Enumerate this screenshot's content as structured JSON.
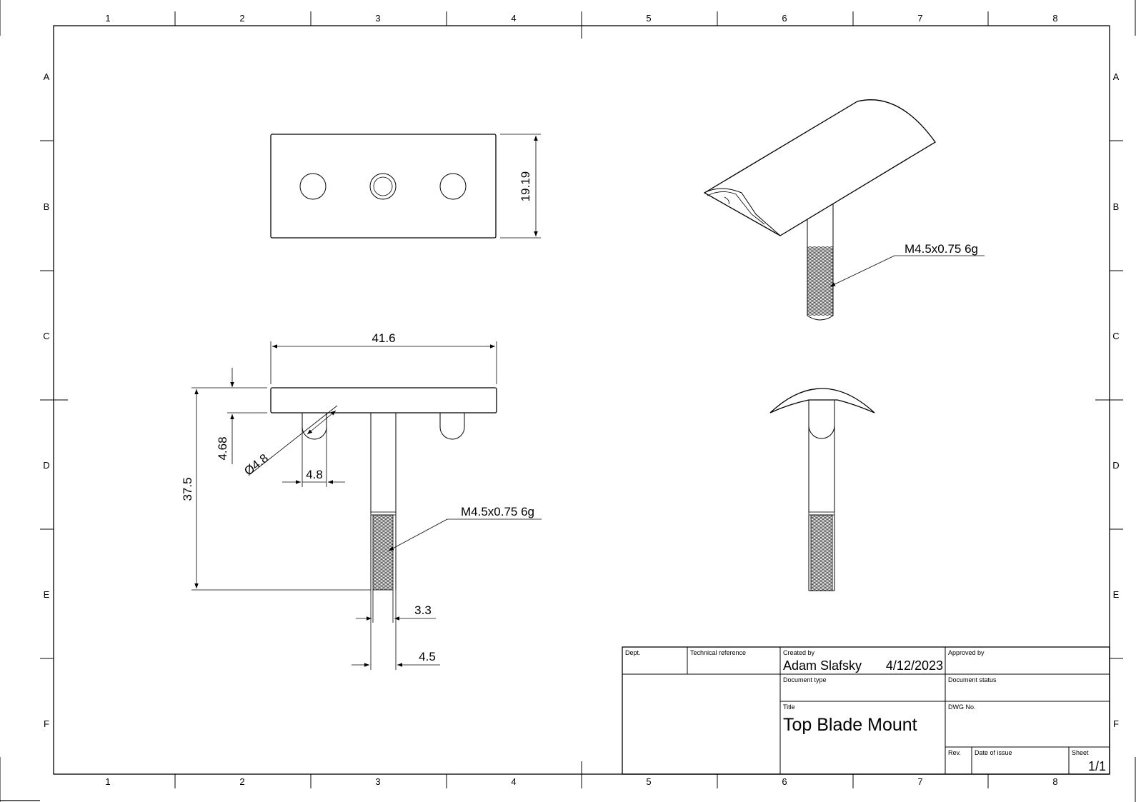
{
  "frame": {
    "columns": [
      "1",
      "2",
      "3",
      "4",
      "5",
      "6",
      "7",
      "8"
    ],
    "rows": [
      "A",
      "B",
      "C",
      "D",
      "E",
      "F"
    ]
  },
  "top_view": {
    "dim_height": "19.19"
  },
  "front_view": {
    "dim_width": "41.6",
    "dim_height": "37.5",
    "dim_head": "4.68",
    "dim_diameter": "Ø4.8",
    "dim_pin_width": "4.8",
    "dim_minor": "3.3",
    "dim_major": "4.5",
    "thread_callout": "M4.5x0.75 6g"
  },
  "iso_view": {
    "thread_callout": "M4.5x0.75 6g"
  },
  "title_block": {
    "dept_label": "Dept.",
    "tech_ref_label": "Technical reference",
    "created_by_label": "Created by",
    "created_by": "Adam Slafsky",
    "date": "4/12/2023",
    "approved_by_label": "Approved by",
    "doc_type_label": "Document type",
    "doc_status_label": "Document status",
    "title_label": "Title",
    "title": "Top Blade Mount",
    "dwg_no_label": "DWG No.",
    "rev_label": "Rev.",
    "date_of_issue_label": "Date of issue",
    "sheet_label": "Sheet",
    "sheet": "1/1"
  }
}
